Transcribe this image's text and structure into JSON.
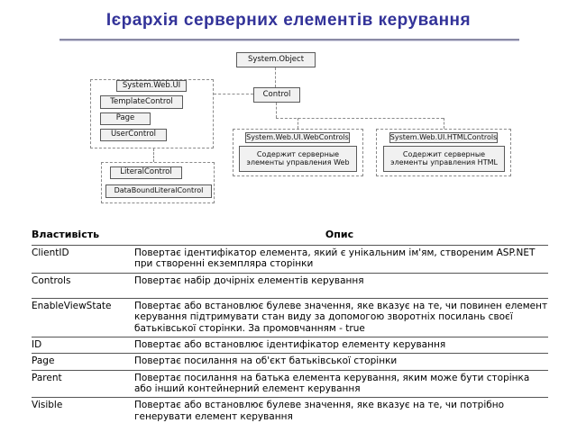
{
  "slide": {
    "title": "Ієрархія серверних елементів керування"
  },
  "colors": {
    "title_color": "#333399",
    "box_fill": "#f1f1f1",
    "box_border": "#5a5a5a",
    "dashed_border": "#8a8a8a"
  },
  "diagram": {
    "system_object": "System.Object",
    "webui_group_label": "System.Web.UI",
    "template_control": "TemplateControl",
    "page_node": "Page",
    "user_control": "UserControl",
    "control": "Control",
    "literal_control": "LiteralControl",
    "databound_literal_control": "DataBoundLiteralControl",
    "webcontrols_group_label": "System.Web.UI.WebControls",
    "webcontrols_box": "Содержит серверные элементы управления Web",
    "htmlcontrols_group_label": "System.Web.UI.HTMLControls",
    "htmlcontrols_box": "Содержит серверные элементы управления HTML"
  },
  "table": {
    "headers": {
      "property": "Властивість",
      "description": "Опис"
    },
    "rows": [
      {
        "property": "ClientID",
        "description": "Повертає ідентифікатор елемента, який є унікальним ім'ям, створеним ASP.NET при створенні екземпляра сторінки"
      },
      {
        "property": "Controls",
        "description": "Повертає набір дочірніх елементів керування"
      },
      {
        "property": "EnableViewState",
        "description": "Повертає або встановлює булеве значення, яке вказує на те, чи повинен елемент керування підтримувати стан виду за допомогою зворотніх посилань своєї батьківської сторінки. За промовчанням - true"
      },
      {
        "property": "ID",
        "description": "Повертає або встановлює ідентифікатор елементу керування"
      },
      {
        "property": "Page",
        "description": "Повертає посилання на об'єкт батьківської сторінки"
      },
      {
        "property": "Parent",
        "description": "Повертає посилання на батька елемента керування, яким може бути сторінка або інший контейнерний елемент керування"
      },
      {
        "property": "Visible",
        "description": "Повертає або встановлює булеве значення, яке вказує на те, чи потрібно генерувати елемент керування"
      }
    ]
  }
}
